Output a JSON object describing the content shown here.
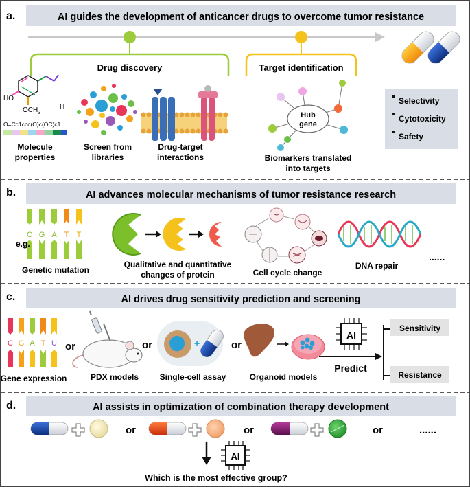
{
  "panels": {
    "a": {
      "letter": "a.",
      "title": "AI guides the development of anticancer drugs to overcome tumor resistance",
      "drug_discovery": "Drug discovery",
      "target_identification": "Target identification",
      "aldehyde": "H",
      "hydroxyl": "HO",
      "methoxy": "OCH",
      "methoxy_sub": "3",
      "smiles": "O=Cc1ccc(O)c(OC)c1",
      "items": {
        "molecule_l1": "Molecule",
        "molecule_l2": "properties",
        "screen_l1": "Screen from",
        "screen_l2": "libraries",
        "interact_l1": "Drug-target",
        "interact_l2": "interactions",
        "biomarker_l1": "Biomarkers translated",
        "biomarker_l2": "into targets"
      },
      "hub_l1": "Hub",
      "hub_l2": "gene",
      "criteria": [
        "Selectivity",
        "Cytotoxicity",
        "Safety"
      ]
    },
    "b": {
      "letter": "b.",
      "title": "AI advances molecular mechanisms of tumor resistance research",
      "eg": "e.g.",
      "bases": [
        "C",
        "G",
        "A",
        "T",
        "T"
      ],
      "genetic": "Genetic mutation",
      "protein_l1": "Qualitative and quantitative",
      "protein_l2": "changes of protein",
      "cell_cycle": "Cell cycle change",
      "dna": "DNA repair",
      "ellipsis": "......"
    },
    "c": {
      "letter": "c.",
      "title": "AI drives drug sensitivity prediction and screening",
      "bases": [
        "C",
        "G",
        "A",
        "T",
        "U"
      ],
      "gene_expression": "Gene expression",
      "pdx": "PDX models",
      "single_cell": "Single-cell assay",
      "organoid": "Organoid models",
      "or": "or",
      "ai": "AI",
      "predict": "Predict",
      "sensitivity": "Sensitivity",
      "resistance": "Resistance"
    },
    "d": {
      "letter": "d.",
      "title": "AI assists in optimization of combination therapy development",
      "or": "or",
      "ellipsis": "......",
      "ai": "AI",
      "question": "Which is the most effective group?"
    }
  },
  "colors": {
    "title_bg": "#d9dee6",
    "green": "#9ccc3c",
    "yellow": "#f5c21b",
    "criteria_bg": "#d9dee6",
    "outcome_bg": "#e3e3e3"
  }
}
